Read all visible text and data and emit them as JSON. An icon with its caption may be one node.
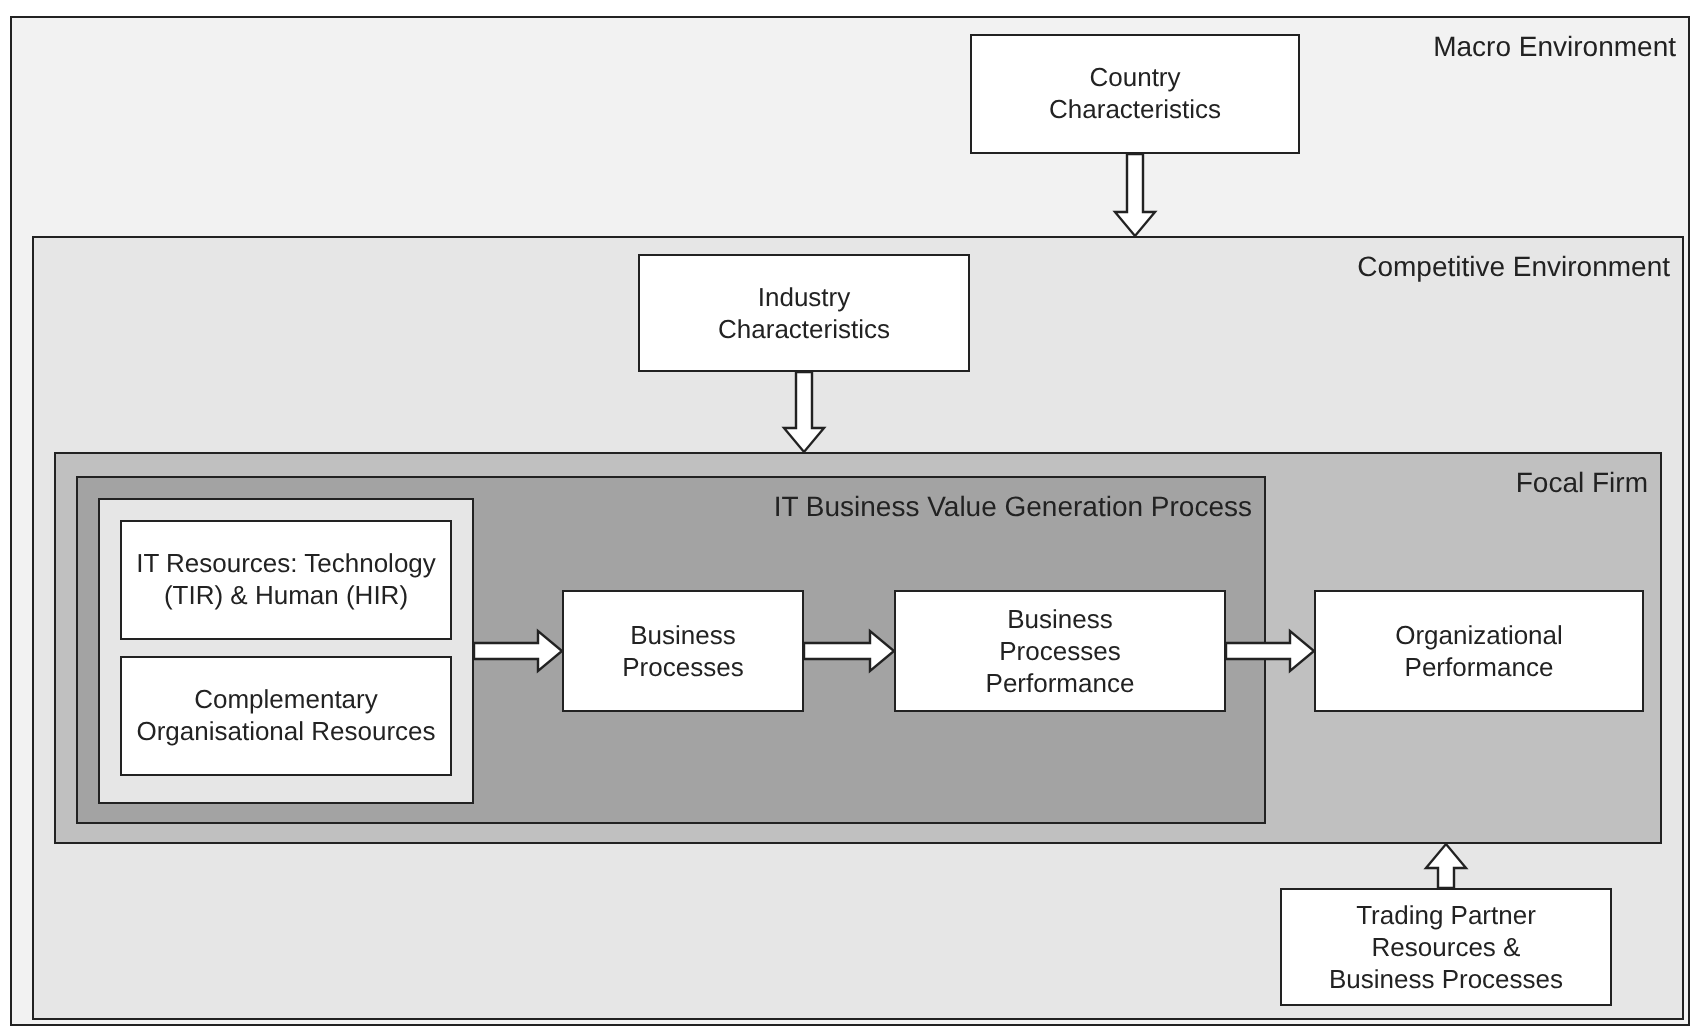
{
  "diagram": {
    "nodes": [
      {
        "text": [
          "Macro Environment"
        ]
      },
      {
        "text": [
          "Country Characteristics"
        ],
        "in": 0
      },
      {
        "text": [
          "Competitive Environment"
        ],
        "in": 0
      },
      {
        "text": [
          "Industry Characteristics"
        ],
        "in": 2
      },
      {
        "text": [
          "Focal Firm"
        ],
        "in": 2
      },
      {
        "text": [
          "IT Business Value Generation Process"
        ],
        "in": 4
      },
      {
        "text": [],
        "shape": "box",
        "in": 5
      },
      {
        "text": [
          "IT Resources: Technology (TIR) & Human (HIR)"
        ],
        "in": 6
      },
      {
        "text": [
          "Complementary Organisational Resources"
        ],
        "in": 6
      },
      {
        "text": [
          "Business Processes"
        ],
        "in": 5
      },
      {
        "text": [
          "Business Processes Performance"
        ],
        "in": 5
      },
      {
        "text": [
          "Organizational Performance"
        ],
        "in": 4
      },
      {
        "text": [
          "Trading Partner Resources & Business Processes"
        ],
        "in": 2
      }
    ],
    "edges": [
      {
        "from": 1,
        "to": 2,
        "arrow": "to"
      },
      {
        "from": 3,
        "to": 4,
        "arrow": "to"
      },
      {
        "from": 6,
        "to": 9,
        "arrow": "to"
      },
      {
        "from": 9,
        "to": 10,
        "arrow": "to"
      },
      {
        "from": 10,
        "to": 11,
        "arrow": "to"
      },
      {
        "from": 12,
        "to": 4,
        "arrow": "to"
      }
    ]
  }
}
